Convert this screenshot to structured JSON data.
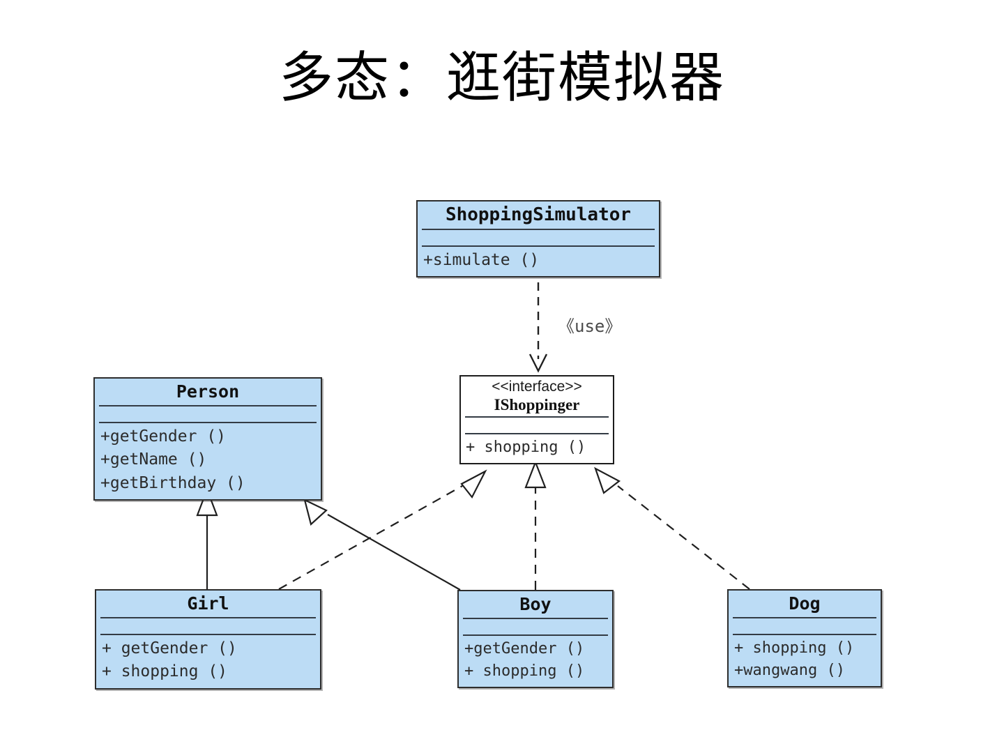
{
  "slide": {
    "title": "多态：逛街模拟器"
  },
  "diagram": {
    "type": "uml-class-diagram",
    "colors": {
      "class_fill": "#bcdcf5",
      "interface_fill": "#ffffff",
      "border": "#2d2d2d",
      "text": "#2b2b2b"
    },
    "classes": [
      {
        "id": "shoppingsimulator",
        "name": "ShoppingSimulator",
        "stereotype": "",
        "kind": "class",
        "attributes": [],
        "operations": [
          "+simulate ()"
        ]
      },
      {
        "id": "ishoppinger",
        "name": "IShoppinger",
        "stereotype": "<<interface>>",
        "kind": "interface",
        "attributes": [],
        "operations": [
          "+ shopping ()"
        ]
      },
      {
        "id": "person",
        "name": "Person",
        "stereotype": "",
        "kind": "class",
        "attributes": [],
        "operations": [
          "+getGender ()",
          "+getName ()",
          "+getBirthday ()"
        ]
      },
      {
        "id": "girl",
        "name": "Girl",
        "stereotype": "",
        "kind": "class",
        "attributes": [],
        "operations": [
          "+ getGender ()",
          "+ shopping ()"
        ]
      },
      {
        "id": "boy",
        "name": "Boy",
        "stereotype": "",
        "kind": "class",
        "attributes": [],
        "operations": [
          "+getGender ()",
          "+ shopping ()"
        ]
      },
      {
        "id": "dog",
        "name": "Dog",
        "stereotype": "",
        "kind": "class",
        "attributes": [],
        "operations": [
          "+ shopping ()",
          "+wangwang ()"
        ]
      }
    ],
    "relationships": [
      {
        "from": "shoppingsimulator",
        "to": "ishoppinger",
        "type": "dependency",
        "line": "dashed",
        "arrow": "open-arrow",
        "label": "<<use>>"
      },
      {
        "from": "girl",
        "to": "person",
        "type": "generalization",
        "line": "solid",
        "arrow": "hollow-triangle",
        "label": ""
      },
      {
        "from": "boy",
        "to": "person",
        "type": "generalization",
        "line": "solid",
        "arrow": "hollow-triangle",
        "label": ""
      },
      {
        "from": "girl",
        "to": "ishoppinger",
        "type": "realization",
        "line": "dashed",
        "arrow": "hollow-triangle",
        "label": ""
      },
      {
        "from": "boy",
        "to": "ishoppinger",
        "type": "realization",
        "line": "dashed",
        "arrow": "hollow-triangle",
        "label": ""
      },
      {
        "from": "dog",
        "to": "ishoppinger",
        "type": "realization",
        "line": "dashed",
        "arrow": "hollow-triangle",
        "label": ""
      }
    ],
    "use_label": "《use》"
  }
}
